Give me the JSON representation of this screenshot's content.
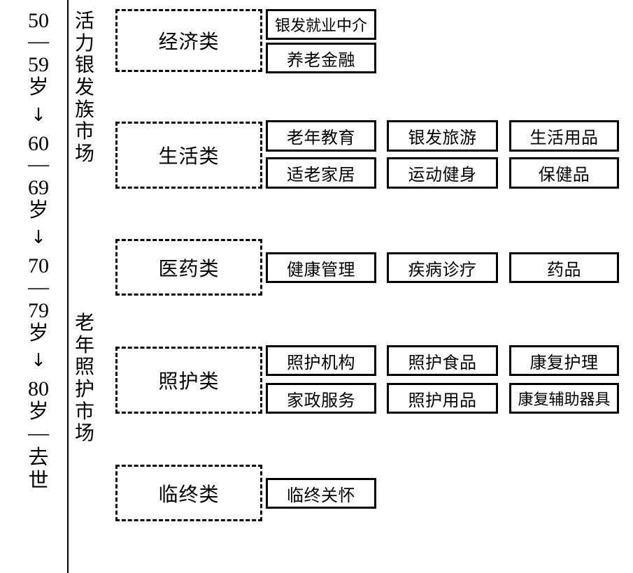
{
  "age_axis": {
    "name": "age-progression-axis",
    "tokens": [
      {
        "type": "num",
        "text": "50"
      },
      {
        "type": "dash",
        "text": "—"
      },
      {
        "type": "num",
        "text": "59"
      },
      {
        "type": "cjk",
        "text": "岁"
      },
      {
        "type": "arrow",
        "text": "↓"
      },
      {
        "type": "num",
        "text": "60"
      },
      {
        "type": "dash",
        "text": "—"
      },
      {
        "type": "num",
        "text": "69"
      },
      {
        "type": "cjk",
        "text": "岁"
      },
      {
        "type": "arrow",
        "text": "↓"
      },
      {
        "type": "num",
        "text": "70"
      },
      {
        "type": "dash",
        "text": "—"
      },
      {
        "type": "num",
        "text": "79"
      },
      {
        "type": "cjk",
        "text": "岁"
      },
      {
        "type": "arrow",
        "text": "↓"
      },
      {
        "type": "num",
        "text": "80"
      },
      {
        "type": "cjk",
        "text": "岁"
      },
      {
        "type": "dash",
        "text": "—"
      },
      {
        "type": "cjk",
        "text": "去"
      },
      {
        "type": "cjk",
        "text": "世"
      }
    ]
  },
  "markets": [
    {
      "id": "vital-silver-market",
      "label": "活力银发族市场",
      "chars": [
        "活",
        "力",
        "银",
        "发",
        "族",
        "市",
        "场"
      ]
    },
    {
      "id": "elderly-care-market",
      "label": "老年照护市场",
      "chars": [
        "老",
        "年",
        "照",
        "护",
        "市",
        "场"
      ]
    }
  ],
  "rows": [
    {
      "id": "economy",
      "category": "经济类",
      "items": [
        {
          "text": "银发就业中介",
          "col": 1,
          "line": 1
        },
        {
          "text": "养老金融",
          "col": 1,
          "line": 2
        }
      ]
    },
    {
      "id": "living",
      "category": "生活类",
      "items": [
        {
          "text": "老年教育",
          "col": 1,
          "line": 1
        },
        {
          "text": "银发旅游",
          "col": 2,
          "line": 1
        },
        {
          "text": "生活用品",
          "col": 3,
          "line": 1
        },
        {
          "text": "适老家居",
          "col": 1,
          "line": 2
        },
        {
          "text": "运动健身",
          "col": 2,
          "line": 2
        },
        {
          "text": "保健品",
          "col": 3,
          "line": 2
        }
      ]
    },
    {
      "id": "medical",
      "category": "医药类",
      "items": [
        {
          "text": "健康管理",
          "col": 1,
          "line": 1
        },
        {
          "text": "疾病诊疗",
          "col": 2,
          "line": 1
        },
        {
          "text": "药品",
          "col": 3,
          "line": 1
        }
      ]
    },
    {
      "id": "care",
      "category": "照护类",
      "items": [
        {
          "text": "照护机构",
          "col": 1,
          "line": 1
        },
        {
          "text": "照护食品",
          "col": 2,
          "line": 1
        },
        {
          "text": "康复护理",
          "col": 3,
          "line": 1
        },
        {
          "text": "家政服务",
          "col": 1,
          "line": 2
        },
        {
          "text": "照护用品",
          "col": 2,
          "line": 2
        },
        {
          "text": "康复辅助器具",
          "col": 3,
          "line": 2
        }
      ]
    },
    {
      "id": "end-of-life",
      "category": "临终类",
      "items": [
        {
          "text": "临终关怀",
          "col": 1,
          "line": 1
        }
      ]
    }
  ],
  "colors": {
    "stroke": "#000000",
    "background": "#ffffff"
  }
}
